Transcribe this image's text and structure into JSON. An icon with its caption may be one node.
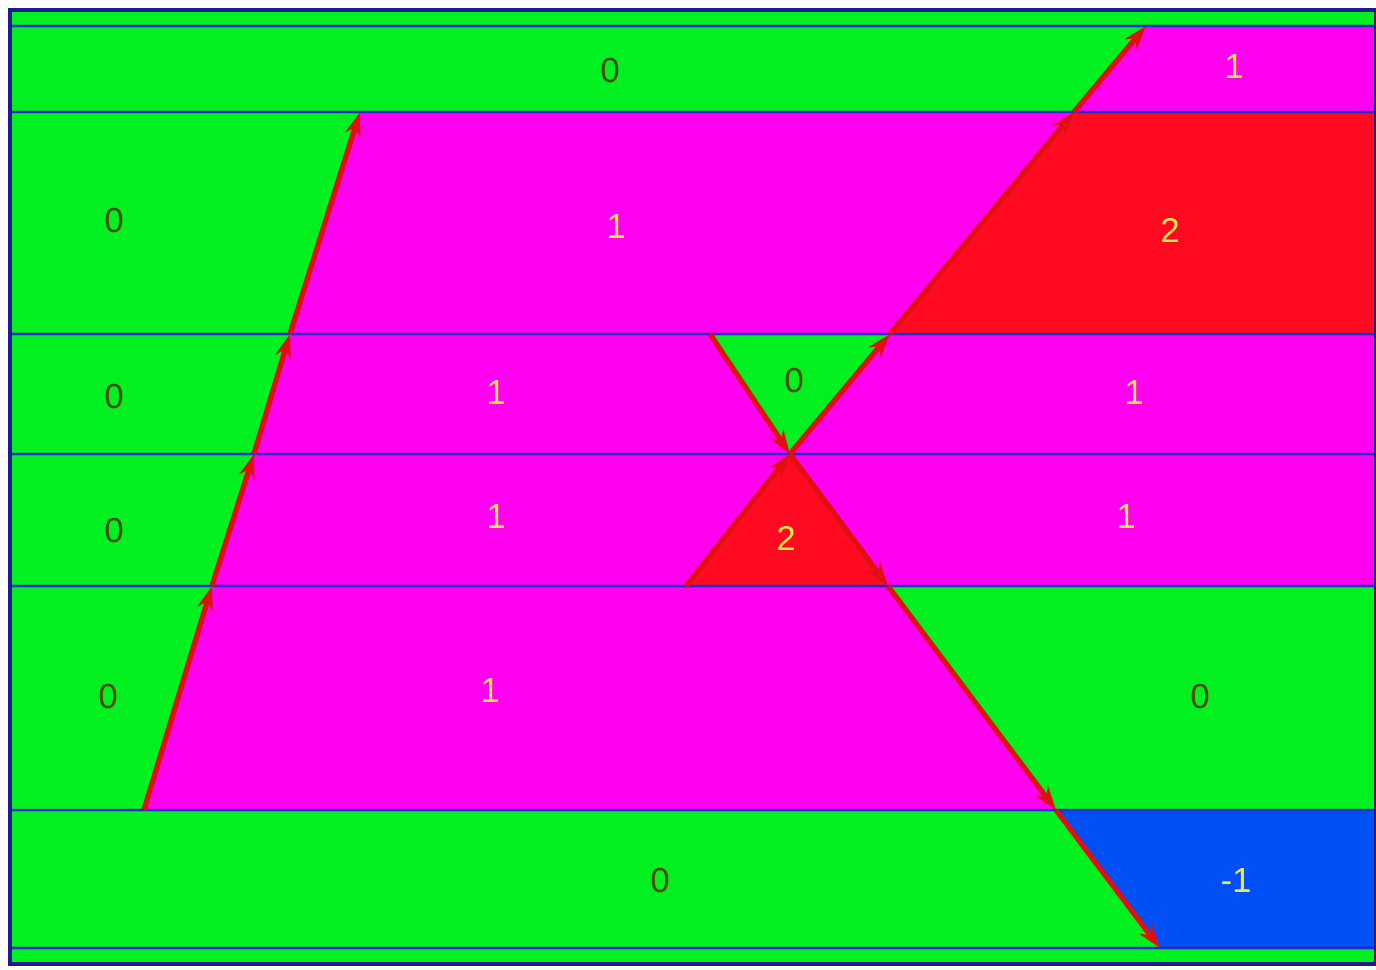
{
  "diagram": {
    "labels": [
      "0",
      "1",
      "0",
      "1",
      "2",
      "0",
      "1",
      "0",
      "1",
      "0",
      "1",
      "2",
      "1",
      "0",
      "1",
      "0",
      "0",
      "-1"
    ]
  }
}
